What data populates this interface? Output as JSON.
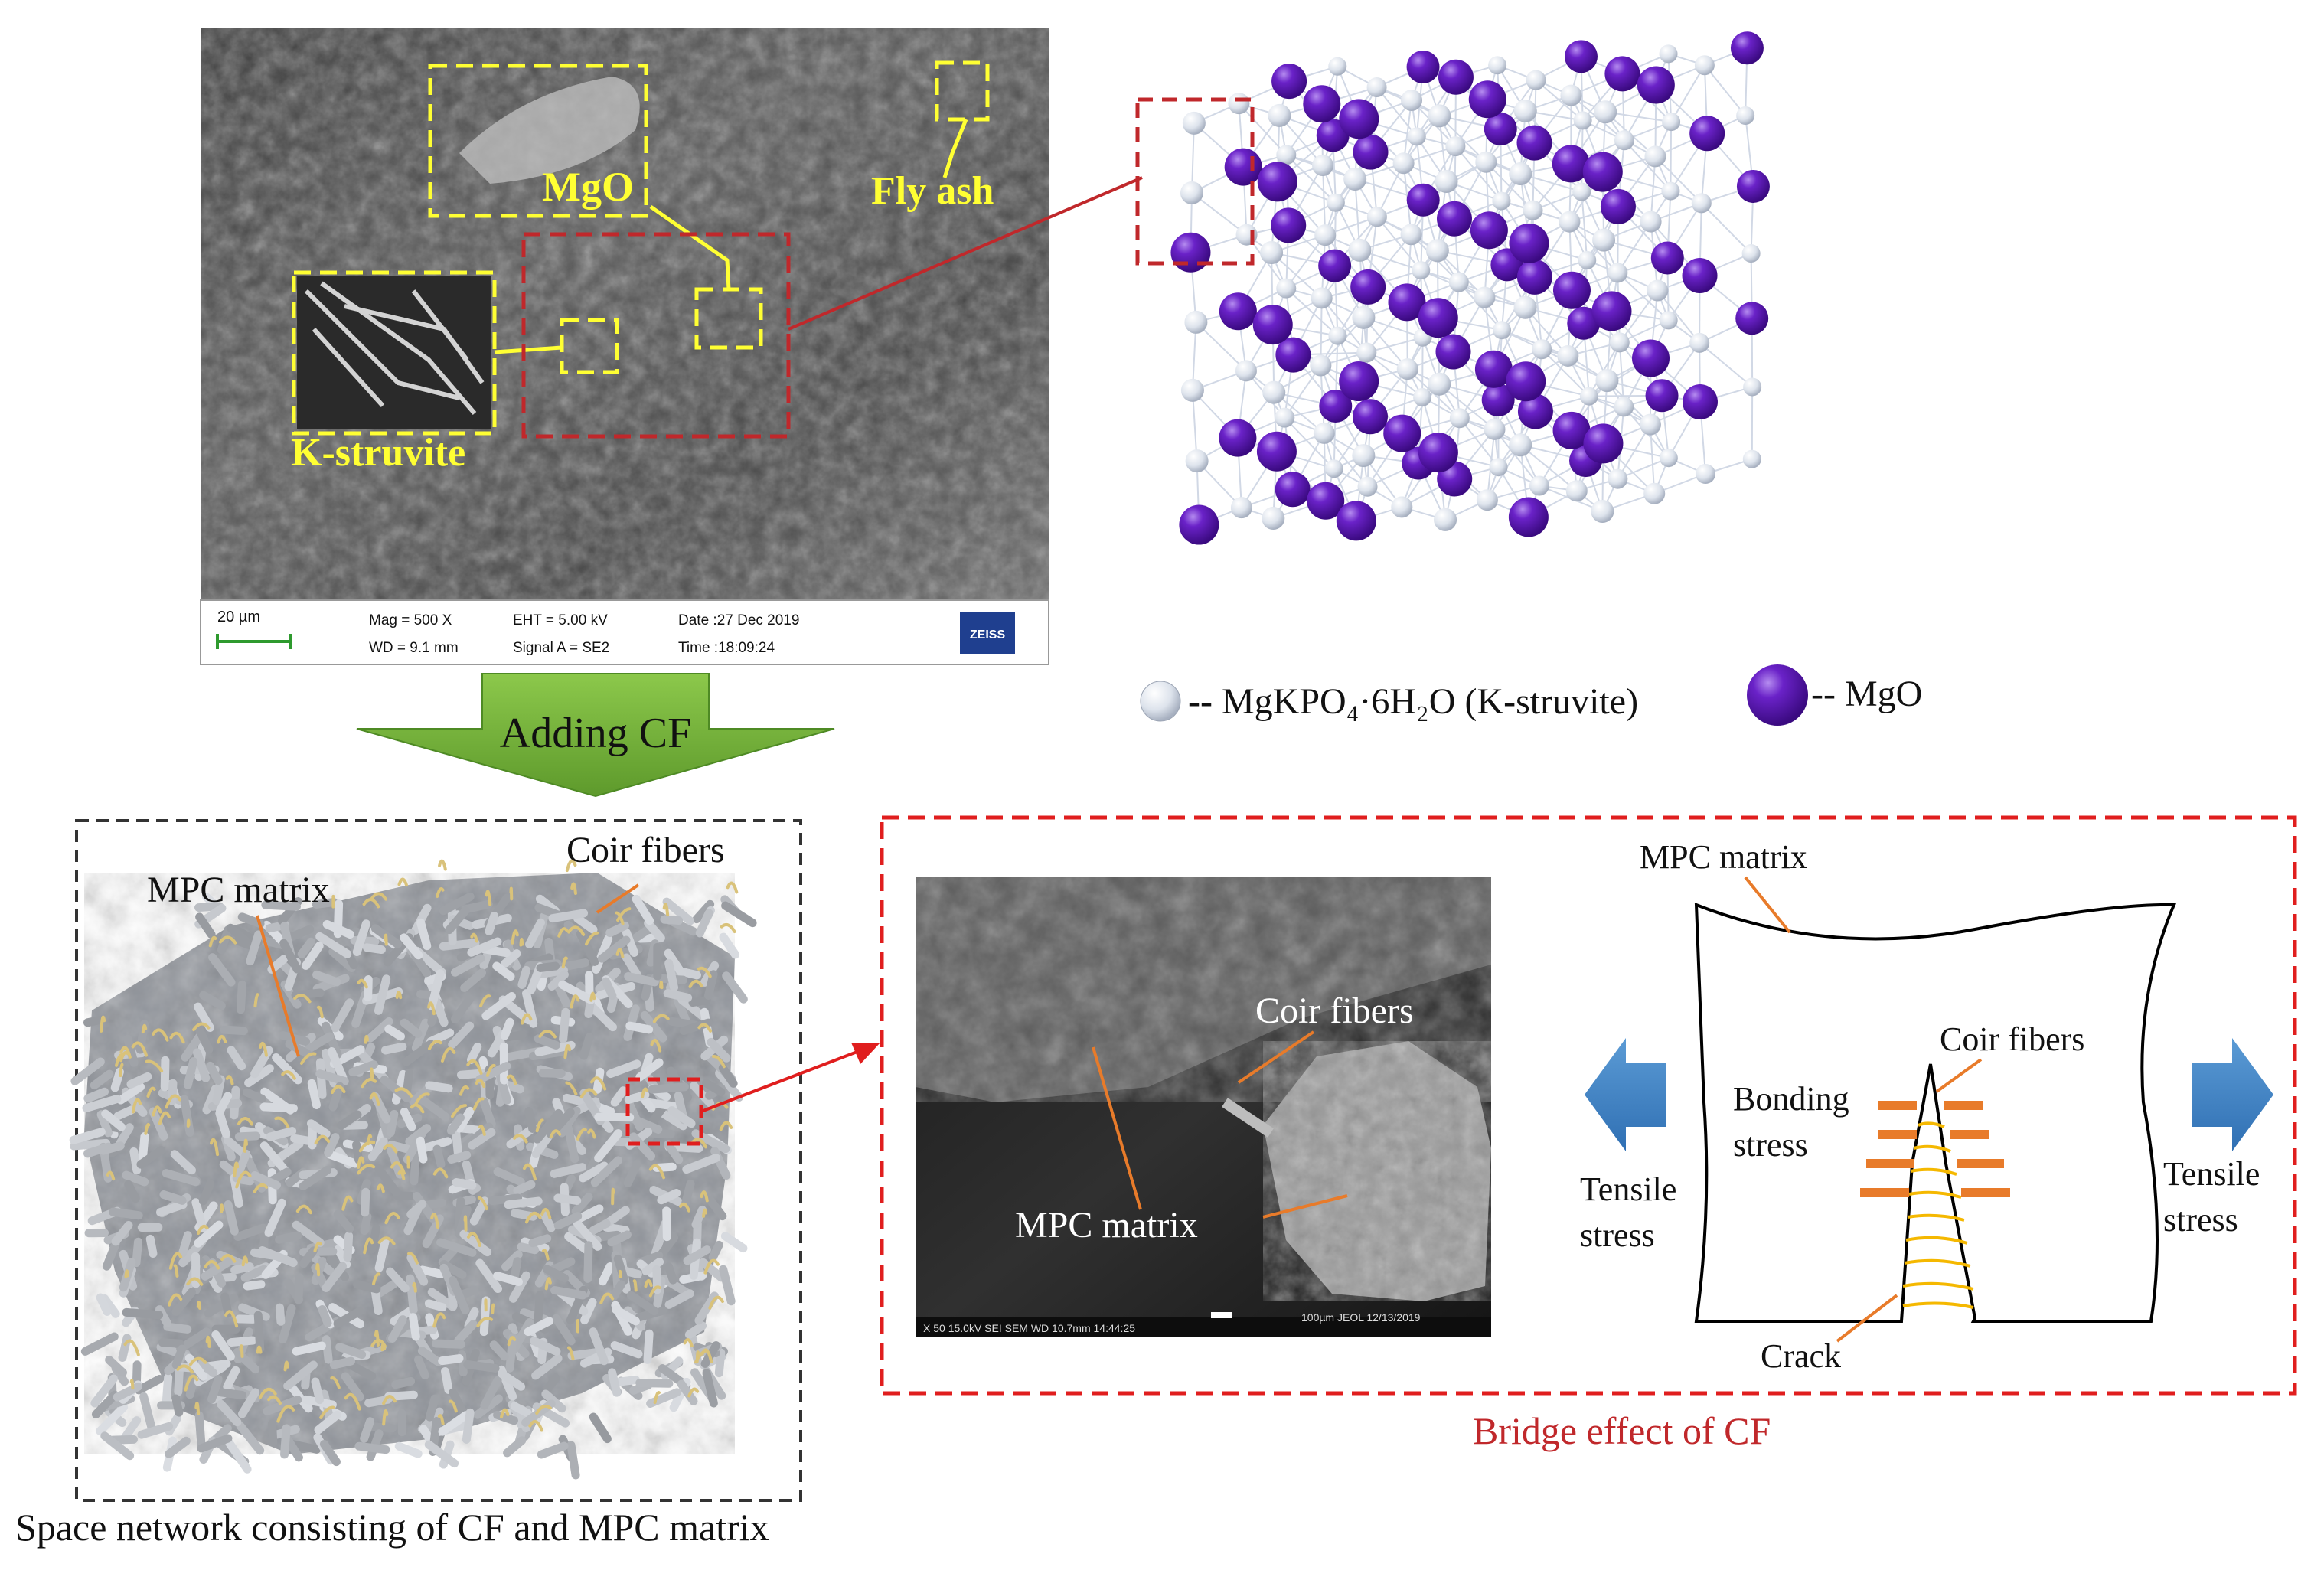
{
  "sem_top": {
    "labels": {
      "mgo": "MgO",
      "fly_ash": "Fly ash",
      "k_struvite": "K-struvite"
    },
    "info_bar": {
      "scale": "20 µm",
      "mag": "Mag =   500 X",
      "wd": "WD =  9.1 mm",
      "eht": "EHT =  5.00 kV",
      "signal": "Signal A = SE2",
      "date": "Date :27 Dec 2019",
      "time": "Time :18:09:24",
      "logo": "ZEISS"
    }
  },
  "arrow_label": "Adding CF",
  "legend": {
    "struvite": "-- MgKPO₄·6H₂O  (K-struvite)",
    "mgo": "-- MgO"
  },
  "network_panel": {
    "mpc_matrix": "MPC matrix",
    "coir_fibers": "Coir fibers",
    "caption": "Space network consisting of CF and MPC matrix"
  },
  "bridge_panel": {
    "sem_coir": "Coir fibers",
    "sem_mpc": "MPC matrix",
    "sem_info": "X 50      15.0kV SEI      SEM      WD 10.7mm 14:44:25",
    "sem_info2": "100µm JEOL    12/13/2019",
    "mpc_matrix": "MPC matrix",
    "coir_fibers": "Coir fibers",
    "bonding": "Bonding",
    "bonding2": "stress",
    "tensile_left": "Tensile",
    "tensile_left2": "stress",
    "tensile_right": "Tensile",
    "tensile_right2": "stress",
    "crack": "Crack",
    "caption": "Bridge effect of CF"
  }
}
